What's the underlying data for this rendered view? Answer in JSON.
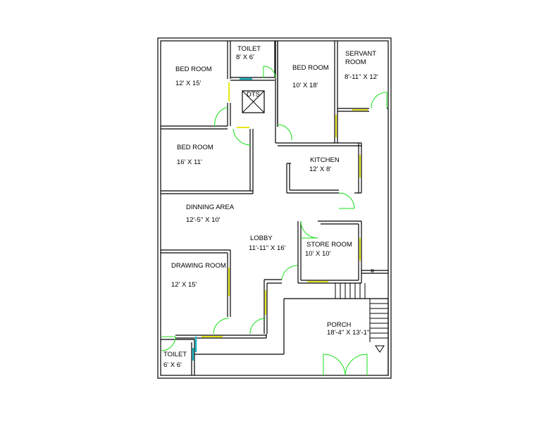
{
  "rooms": [
    {
      "name": "BED ROOM",
      "size": "12' X 15'"
    },
    {
      "name": "TOILET",
      "size": "8' X 6'"
    },
    {
      "name": "DTS"
    },
    {
      "name": "BED ROOM",
      "size": "10' X 18'"
    },
    {
      "name": "SERVANT",
      "name2": "ROOM",
      "size": "8'-11'' X 12'"
    },
    {
      "name": "BED ROOM",
      "size": "16' X 11'"
    },
    {
      "name": "KITCHEN",
      "size": "12' X 8'"
    },
    {
      "name": "DINNING AREA",
      "size": "12'-5'' X 10'"
    },
    {
      "name": "LOBBY",
      "size": "11'-11'' X 16'"
    },
    {
      "name": "STORE ROOM",
      "size": "10' X 10'"
    },
    {
      "name": "DRAWING ROOM",
      "size": "12' X 15'"
    },
    {
      "name": "PORCH",
      "size": "18'-4'' X 13'-1''"
    },
    {
      "name": "TOILET",
      "size": "6' X 6'"
    }
  ],
  "colors": {
    "walls": "#000000",
    "doors": "#19e019",
    "windows": "#e6e61a",
    "ventilators": "#21b5c5"
  }
}
